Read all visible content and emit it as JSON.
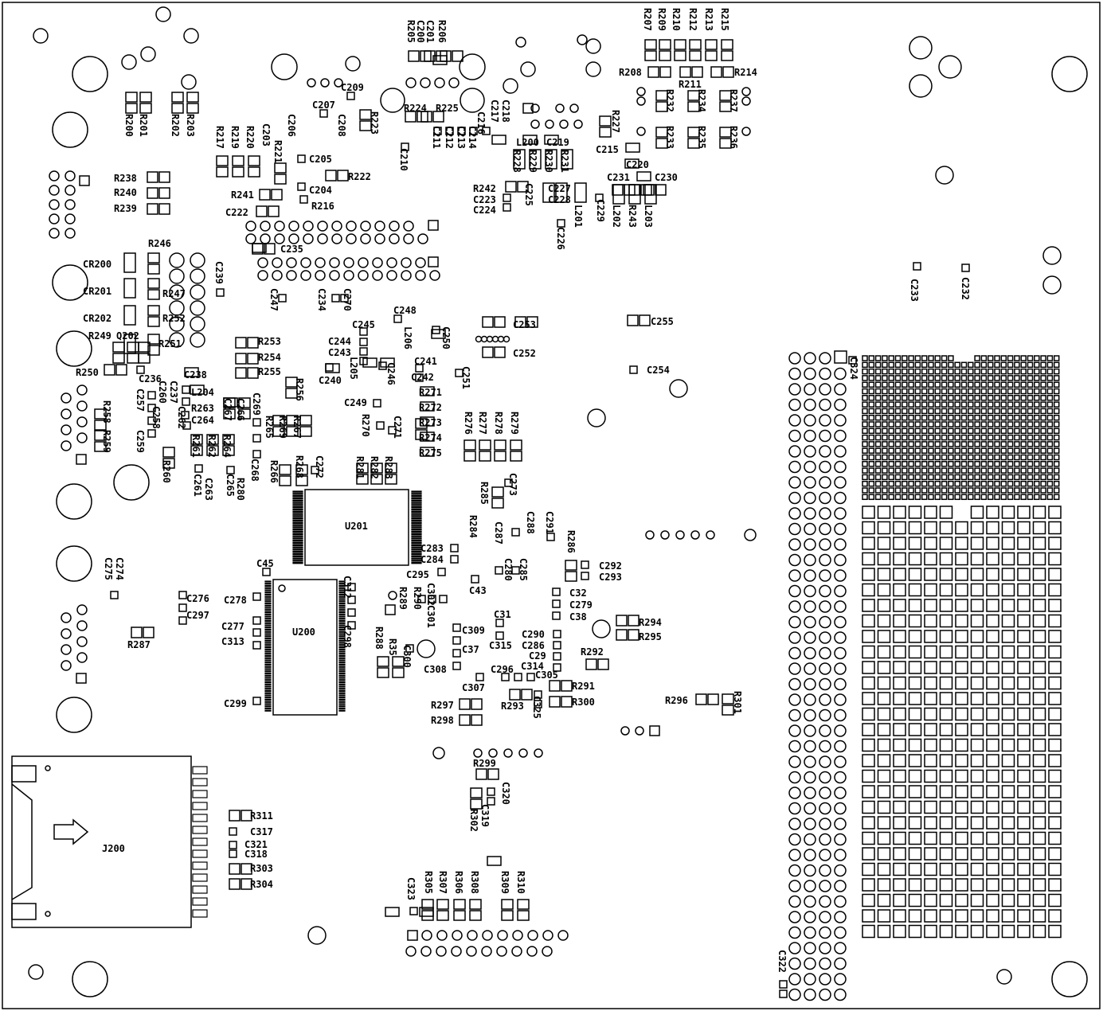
{
  "board": {
    "ics": [
      {
        "ref": "U201"
      },
      {
        "ref": "U200"
      }
    ],
    "connector": {
      "ref": "J200"
    },
    "labels": [
      {
        "ref": "R205",
        "vertical": true
      },
      {
        "ref": "C200",
        "vertical": true
      },
      {
        "ref": "C201",
        "vertical": true
      },
      {
        "ref": "R206",
        "vertical": true
      },
      {
        "ref": "R207",
        "vertical": true
      },
      {
        "ref": "R209",
        "vertical": true
      },
      {
        "ref": "R210",
        "vertical": true
      },
      {
        "ref": "R212",
        "vertical": true
      },
      {
        "ref": "R213",
        "vertical": true
      },
      {
        "ref": "R215",
        "vertical": true
      },
      {
        "ref": "R208"
      },
      {
        "ref": "R211"
      },
      {
        "ref": "R214"
      },
      {
        "ref": "R200",
        "vertical": true
      },
      {
        "ref": "R201",
        "vertical": true
      },
      {
        "ref": "R202",
        "vertical": true
      },
      {
        "ref": "R203",
        "vertical": true
      },
      {
        "ref": "C209"
      },
      {
        "ref": "C207"
      },
      {
        "ref": "C208",
        "vertical": true
      },
      {
        "ref": "R223",
        "vertical": true
      },
      {
        "ref": "R224"
      },
      {
        "ref": "R225"
      },
      {
        "ref": "C217",
        "vertical": true
      },
      {
        "ref": "C218",
        "vertical": true
      },
      {
        "ref": "C216",
        "vertical": true
      },
      {
        "ref": "R227",
        "vertical": true
      },
      {
        "ref": "R232",
        "vertical": true
      },
      {
        "ref": "R234",
        "vertical": true
      },
      {
        "ref": "R237",
        "vertical": true
      },
      {
        "ref": "R233",
        "vertical": true
      },
      {
        "ref": "R235",
        "vertical": true
      },
      {
        "ref": "R236",
        "vertical": true
      },
      {
        "ref": "R217",
        "vertical": true
      },
      {
        "ref": "R219",
        "vertical": true
      },
      {
        "ref": "R220",
        "vertical": true
      },
      {
        "ref": "C203",
        "vertical": true
      },
      {
        "ref": "R221",
        "vertical": true
      },
      {
        "ref": "C206",
        "vertical": true
      },
      {
        "ref": "C205"
      },
      {
        "ref": "R222"
      },
      {
        "ref": "C204"
      },
      {
        "ref": "R216"
      },
      {
        "ref": "R241"
      },
      {
        "ref": "C222"
      },
      {
        "ref": "C211",
        "vertical": true
      },
      {
        "ref": "C212",
        "vertical": true
      },
      {
        "ref": "C213",
        "vertical": true
      },
      {
        "ref": "C214",
        "vertical": true
      },
      {
        "ref": "C210",
        "vertical": true
      },
      {
        "ref": "L200"
      },
      {
        "ref": "C219"
      },
      {
        "ref": "C215"
      },
      {
        "ref": "C220"
      },
      {
        "ref": "C231"
      },
      {
        "ref": "C230"
      },
      {
        "ref": "R228",
        "vertical": true
      },
      {
        "ref": "R229",
        "vertical": true
      },
      {
        "ref": "R230",
        "vertical": true
      },
      {
        "ref": "R231",
        "vertical": true
      },
      {
        "ref": "R242"
      },
      {
        "ref": "C223"
      },
      {
        "ref": "C224"
      },
      {
        "ref": "C225",
        "vertical": true
      },
      {
        "ref": "C227"
      },
      {
        "ref": "C228"
      },
      {
        "ref": "L201",
        "vertical": true
      },
      {
        "ref": "C229",
        "vertical": true
      },
      {
        "ref": "L202",
        "vertical": true
      },
      {
        "ref": "R243",
        "vertical": true
      },
      {
        "ref": "L203",
        "vertical": true
      },
      {
        "ref": "C226",
        "vertical": true
      },
      {
        "ref": "R238"
      },
      {
        "ref": "R240"
      },
      {
        "ref": "R239"
      },
      {
        "ref": "C235"
      },
      {
        "ref": "R246"
      },
      {
        "ref": "CR200"
      },
      {
        "ref": "CR201"
      },
      {
        "ref": "R247"
      },
      {
        "ref": "CR202"
      },
      {
        "ref": "R252"
      },
      {
        "ref": "R249"
      },
      {
        "ref": "Q202"
      },
      {
        "ref": "R251"
      },
      {
        "ref": "R250"
      },
      {
        "ref": "C239",
        "vertical": true
      },
      {
        "ref": "C247",
        "vertical": true
      },
      {
        "ref": "C234",
        "vertical": true
      },
      {
        "ref": "C270",
        "vertical": true
      },
      {
        "ref": "C248"
      },
      {
        "ref": "L206",
        "vertical": true
      },
      {
        "ref": "C250",
        "vertical": true
      },
      {
        "ref": "C253"
      },
      {
        "ref": "C252"
      },
      {
        "ref": "C255"
      },
      {
        "ref": "C254"
      },
      {
        "ref": "C233",
        "vertical": true
      },
      {
        "ref": "C232",
        "vertical": true
      },
      {
        "ref": "C245"
      },
      {
        "ref": "C244"
      },
      {
        "ref": "C243"
      },
      {
        "ref": "C240"
      },
      {
        "ref": "L205",
        "vertical": true
      },
      {
        "ref": "C246",
        "vertical": true
      },
      {
        "ref": "C241"
      },
      {
        "ref": "C242"
      },
      {
        "ref": "C251",
        "vertical": true
      },
      {
        "ref": "R253"
      },
      {
        "ref": "R254"
      },
      {
        "ref": "R255"
      },
      {
        "ref": "R256",
        "vertical": true
      },
      {
        "ref": "C238"
      },
      {
        "ref": "L204"
      },
      {
        "ref": "R263"
      },
      {
        "ref": "C264"
      },
      {
        "ref": "C236"
      },
      {
        "ref": "C237",
        "vertical": true
      },
      {
        "ref": "C260",
        "vertical": true
      },
      {
        "ref": "C262",
        "vertical": true
      },
      {
        "ref": "C257",
        "vertical": true
      },
      {
        "ref": "C258",
        "vertical": true
      },
      {
        "ref": "C259",
        "vertical": true
      },
      {
        "ref": "R258",
        "vertical": true
      },
      {
        "ref": "R259",
        "vertical": true
      },
      {
        "ref": "R260",
        "vertical": true
      },
      {
        "ref": "C267",
        "vertical": true
      },
      {
        "ref": "C266",
        "vertical": true
      },
      {
        "ref": "C269",
        "vertical": true
      },
      {
        "ref": "R265",
        "vertical": true
      },
      {
        "ref": "R269",
        "vertical": true
      },
      {
        "ref": "R267",
        "vertical": true
      },
      {
        "ref": "R261",
        "vertical": true
      },
      {
        "ref": "R262",
        "vertical": true
      },
      {
        "ref": "R264",
        "vertical": true
      },
      {
        "ref": "C268",
        "vertical": true
      },
      {
        "ref": "C261",
        "vertical": true
      },
      {
        "ref": "C263",
        "vertical": true
      },
      {
        "ref": "C265",
        "vertical": true
      },
      {
        "ref": "R280",
        "vertical": true
      },
      {
        "ref": "C249"
      },
      {
        "ref": "R270",
        "vertical": true
      },
      {
        "ref": "C271",
        "vertical": true
      },
      {
        "ref": "R271"
      },
      {
        "ref": "R272"
      },
      {
        "ref": "R273"
      },
      {
        "ref": "R274"
      },
      {
        "ref": "R275"
      },
      {
        "ref": "R276",
        "vertical": true
      },
      {
        "ref": "R277",
        "vertical": true
      },
      {
        "ref": "R278",
        "vertical": true
      },
      {
        "ref": "R279",
        "vertical": true
      },
      {
        "ref": "R266",
        "vertical": true
      },
      {
        "ref": "R268",
        "vertical": true
      },
      {
        "ref": "C272",
        "vertical": true
      },
      {
        "ref": "R281",
        "vertical": true
      },
      {
        "ref": "R282",
        "vertical": true
      },
      {
        "ref": "R283",
        "vertical": true
      },
      {
        "ref": "R285",
        "vertical": true
      },
      {
        "ref": "C273",
        "vertical": true
      },
      {
        "ref": "R284",
        "vertical": true
      },
      {
        "ref": "C287",
        "vertical": true
      },
      {
        "ref": "C288",
        "vertical": true
      },
      {
        "ref": "C291",
        "vertical": true
      },
      {
        "ref": "R286",
        "vertical": true
      },
      {
        "ref": "C283"
      },
      {
        "ref": "C284"
      },
      {
        "ref": "C295"
      },
      {
        "ref": "C43"
      },
      {
        "ref": "C280",
        "vertical": true
      },
      {
        "ref": "C285",
        "vertical": true
      },
      {
        "ref": "C292"
      },
      {
        "ref": "C293"
      },
      {
        "ref": "C32"
      },
      {
        "ref": "C279"
      },
      {
        "ref": "C38"
      },
      {
        "ref": "C275",
        "vertical": true
      },
      {
        "ref": "C274",
        "vertical": true
      },
      {
        "ref": "C276"
      },
      {
        "ref": "C297"
      },
      {
        "ref": "R287"
      },
      {
        "ref": "C45"
      },
      {
        "ref": "C278"
      },
      {
        "ref": "C277"
      },
      {
        "ref": "C313"
      },
      {
        "ref": "C299"
      },
      {
        "ref": "C312",
        "vertical": true
      },
      {
        "ref": "C298",
        "vertical": true
      },
      {
        "ref": "R289",
        "vertical": true
      },
      {
        "ref": "R290",
        "vertical": true
      },
      {
        "ref": "C302",
        "vertical": true
      },
      {
        "ref": "C301",
        "vertical": true
      },
      {
        "ref": "R288",
        "vertical": true
      },
      {
        "ref": "R35",
        "vertical": true
      },
      {
        "ref": "C300",
        "vertical": true
      },
      {
        "ref": "C309"
      },
      {
        "ref": "C37"
      },
      {
        "ref": "C308"
      },
      {
        "ref": "C31"
      },
      {
        "ref": "C315"
      },
      {
        "ref": "C290"
      },
      {
        "ref": "C286"
      },
      {
        "ref": "C29"
      },
      {
        "ref": "C314"
      },
      {
        "ref": "C296"
      },
      {
        "ref": "C305"
      },
      {
        "ref": "C307"
      },
      {
        "ref": "R294"
      },
      {
        "ref": "R295"
      },
      {
        "ref": "R292"
      },
      {
        "ref": "R291"
      },
      {
        "ref": "R300"
      },
      {
        "ref": "R297"
      },
      {
        "ref": "R298"
      },
      {
        "ref": "R293"
      },
      {
        "ref": "C325",
        "vertical": true
      },
      {
        "ref": "R296"
      },
      {
        "ref": "R301",
        "vertical": true
      },
      {
        "ref": "R299"
      },
      {
        "ref": "C320",
        "vertical": true
      },
      {
        "ref": "C319",
        "vertical": true
      },
      {
        "ref": "R302",
        "vertical": true
      },
      {
        "ref": "R311"
      },
      {
        "ref": "C317"
      },
      {
        "ref": "C321"
      },
      {
        "ref": "C318"
      },
      {
        "ref": "R303"
      },
      {
        "ref": "R304"
      },
      {
        "ref": "C323",
        "vertical": true
      },
      {
        "ref": "R305",
        "vertical": true
      },
      {
        "ref": "R307",
        "vertical": true
      },
      {
        "ref": "R306",
        "vertical": true
      },
      {
        "ref": "R308",
        "vertical": true
      },
      {
        "ref": "R309",
        "vertical": true
      },
      {
        "ref": "R310",
        "vertical": true
      },
      {
        "ref": "C324",
        "vertical": true
      },
      {
        "ref": "C322",
        "vertical": true
      }
    ]
  }
}
